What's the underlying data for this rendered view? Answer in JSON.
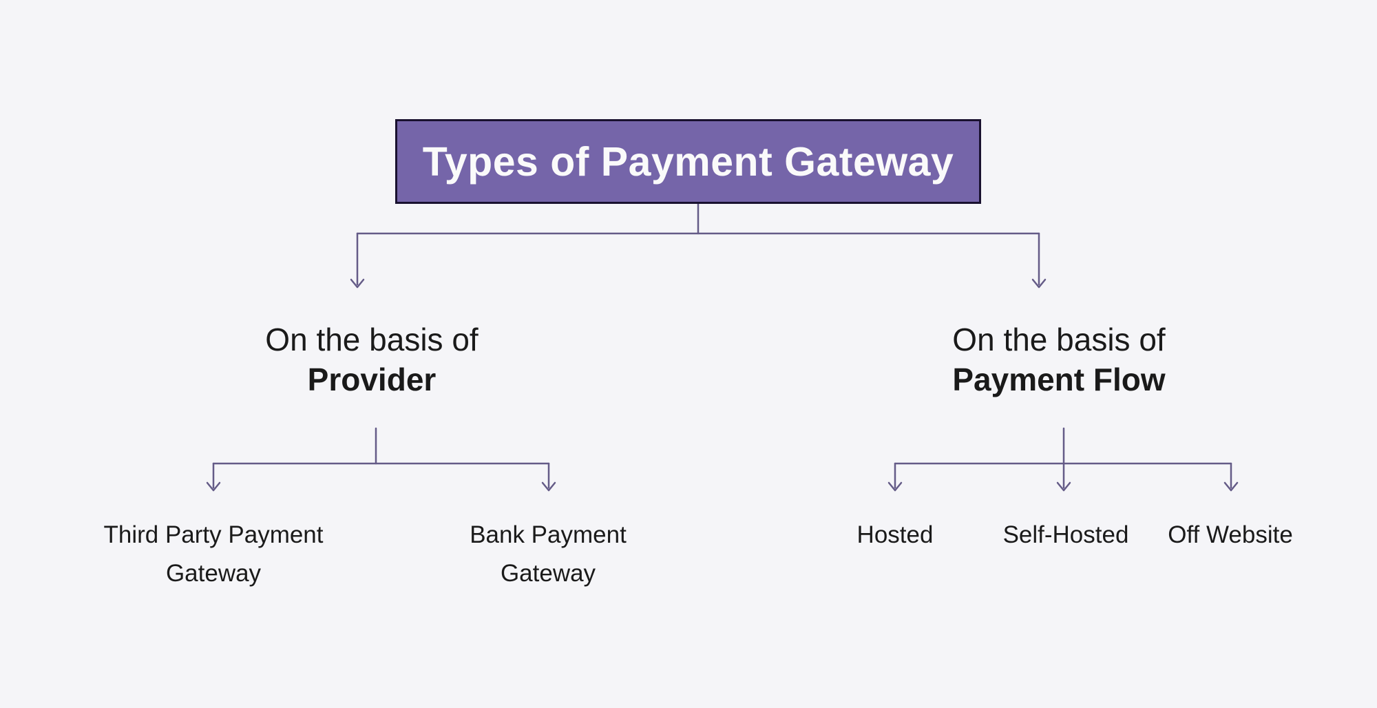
{
  "colors": {
    "background": "#f5f5f8",
    "box_fill": "#7565a9",
    "box_border": "#19112f",
    "box_text": "#fafafa",
    "connector": "#645b87",
    "text": "#1a1a1a"
  },
  "diagram": {
    "title": "Types of Payment Gateway",
    "branches": [
      {
        "label_line1": "On the basis of",
        "label_line2": "Provider",
        "children": [
          {
            "line1": "Third Party Payment",
            "line2": "Gateway"
          },
          {
            "line1": "Bank Payment",
            "line2": "Gateway"
          }
        ]
      },
      {
        "label_line1": "On the basis of",
        "label_line2": "Payment Flow",
        "children": [
          {
            "line1": "Hosted",
            "line2": ""
          },
          {
            "line1": "Self-Hosted",
            "line2": ""
          },
          {
            "line1": "Off Website",
            "line2": ""
          }
        ]
      }
    ]
  }
}
